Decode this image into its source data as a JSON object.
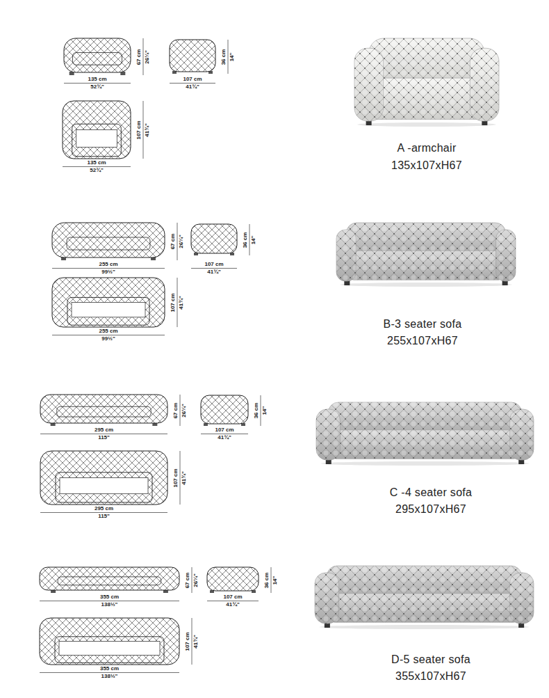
{
  "diagram": {
    "labels": [
      "67 cm",
      "26¼\"",
      "36 cm",
      "14\"",
      "135 cm",
      "52¾\"",
      "107 cm",
      "41¾\"",
      "107 cm",
      "41¾\"",
      "135 cm",
      "52¾\"",
      "A -armchair",
      "135x107xH67",
      "67 cm",
      "26¼\"",
      "36 cm",
      "14\"",
      "255 cm",
      "99½\"",
      "107 cm",
      "41¾\"",
      "107 cm",
      "41¾\"",
      "255 cm",
      "99½\"",
      "B-3 seater sofa",
      "255x107xH67",
      "67 cm",
      "26¼\"",
      "36 cm",
      "14\"",
      "295 cm",
      "115\"",
      "107 cm",
      "41¾\"",
      "107 cm",
      "41¾\"",
      "295 cm",
      "115\"",
      "C -4 seater sofa",
      "295x107xH67",
      "67 cm",
      "26¼\"",
      "36 cm",
      "14\"",
      "355 cm",
      "138½\"",
      "107 cm",
      "41¾\"",
      "107 cm",
      "41¾\"",
      "355 cm",
      "138½\"",
      "D-5 seater sofa",
      "355x107xH67"
    ]
  }
}
